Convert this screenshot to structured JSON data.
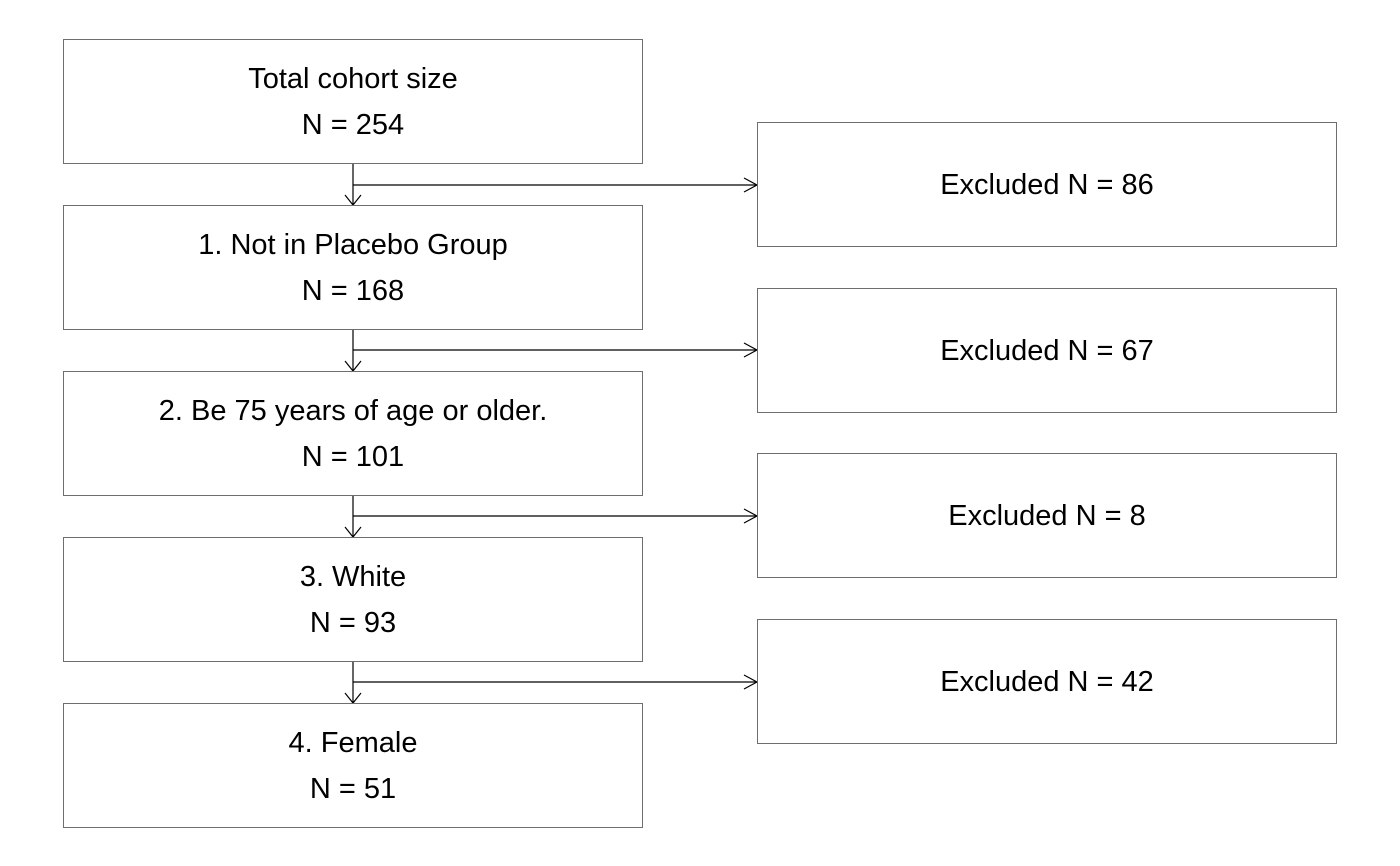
{
  "steps": [
    {
      "label": "Total cohort size",
      "n": "N = 254"
    },
    {
      "label": "1. Not in Placebo Group",
      "n": "N = 168"
    },
    {
      "label": "2. Be 75 years of age or older.",
      "n": "N = 101"
    },
    {
      "label": "3. White",
      "n": "N = 93"
    },
    {
      "label": "4. Female",
      "n": "N = 51"
    }
  ],
  "exclusions": [
    {
      "text": "Excluded N = 86"
    },
    {
      "text": "Excluded N = 67"
    },
    {
      "text": "Excluded N = 8"
    },
    {
      "text": "Excluded N = 42"
    }
  ],
  "colors": {
    "box_border": "#6e6e6e",
    "line": "#000000",
    "text": "#000000"
  }
}
